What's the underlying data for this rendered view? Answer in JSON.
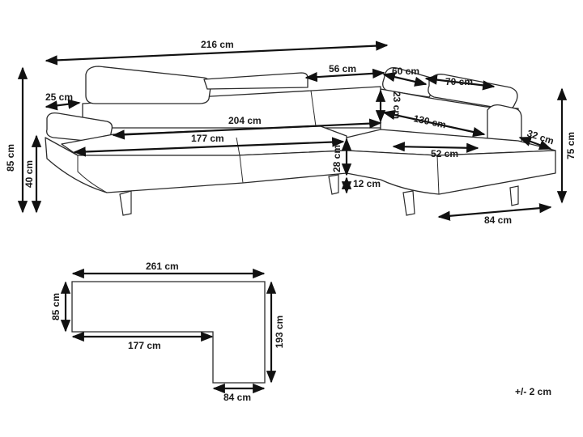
{
  "sofa_view": {
    "dimensions": {
      "total_width": "216 cm",
      "armrest_depth": "25 cm",
      "total_height": "85 cm",
      "seat_height": "40 cm",
      "backrest_span": "204 cm",
      "seat_width": "177 cm",
      "headrest_width": "56 cm",
      "corner_headrest": "60 cm",
      "chaise_headrest": "70 cm",
      "headrest_height": "23 cm",
      "chaise_length": "130 cm",
      "chaise_arm": "32 cm",
      "chaise_seat": "52 cm",
      "seat_depth": "28 cm",
      "leg_height": "12 cm",
      "chaise_width": "84 cm",
      "chaise_height": "75 cm"
    }
  },
  "floor_plan": {
    "dimensions": {
      "total_length": "261 cm",
      "depth": "85 cm",
      "inner_length": "177 cm",
      "total_depth": "193 cm",
      "chaise_width": "84 cm"
    }
  },
  "tolerance": "+/- 2 cm"
}
